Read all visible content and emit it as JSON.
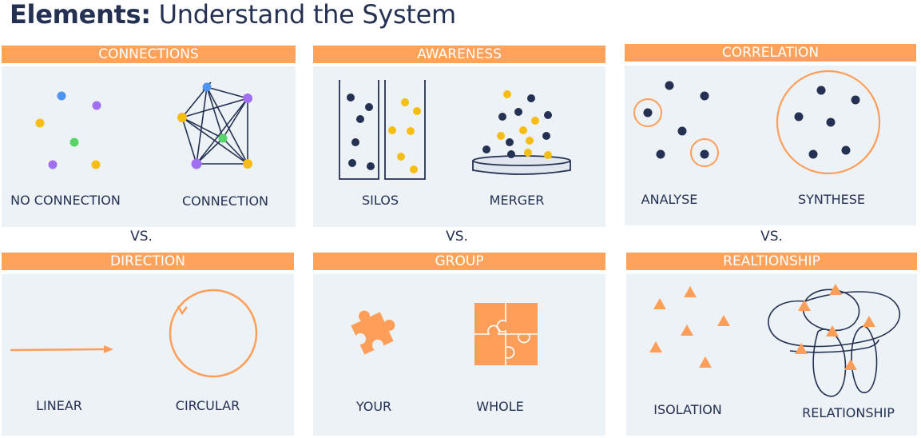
{
  "title": {
    "bold": "Elements:",
    "rest": " Understand the System"
  },
  "vs_label": "VS.",
  "panels": [
    {
      "header": "CONNECTIONS",
      "left_label": "NO CONNECTION",
      "right_label": "CONNECTION"
    },
    {
      "header": "AWARENESS",
      "left_label": "SILOS",
      "right_label": "MERGER"
    },
    {
      "header": "CORRELATION",
      "left_label": "ANALYSE",
      "right_label": "SYNTHESE"
    },
    {
      "header": "DIRECTION",
      "left_label": "LINEAR",
      "right_label": "CIRCULAR"
    },
    {
      "header": "GROUP",
      "left_label": "YOUR",
      "right_label": "WHOLE"
    },
    {
      "header": "REALTIONSHIP",
      "left_label": "ISOLATION",
      "right_label": "RELATIONSHIP"
    }
  ],
  "colors": {
    "header_bg": "#ffa35c",
    "panel_bg": "#edf2f6",
    "navy": "#243152",
    "orange": "#ff9e58",
    "yellow": "#f6bd13",
    "blue": "#4d93f0",
    "purple": "#a070f0",
    "green": "#59d46b"
  }
}
